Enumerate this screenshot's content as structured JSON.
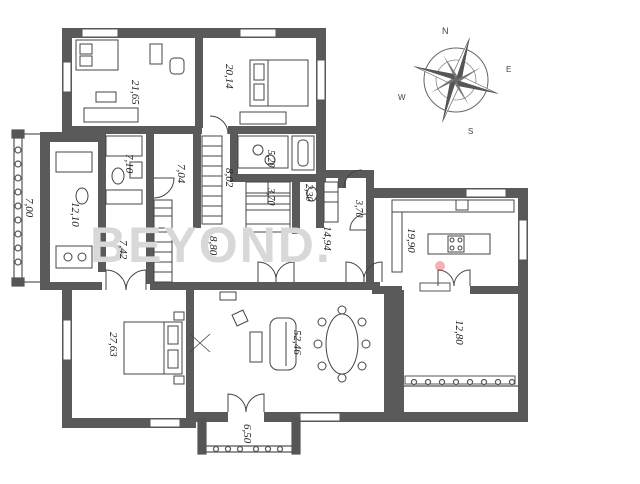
{
  "plan": {
    "rooms": [
      {
        "id": "r1",
        "label": "21,65"
      },
      {
        "id": "r2",
        "label": "20,14"
      },
      {
        "id": "r3",
        "label": "7,10"
      },
      {
        "id": "r4",
        "label": "7,04"
      },
      {
        "id": "r5",
        "label": "8,02"
      },
      {
        "id": "r6",
        "label": "5,20"
      },
      {
        "id": "r7",
        "label": "3,70"
      },
      {
        "id": "r8",
        "label": "2,30"
      },
      {
        "id": "r9",
        "label": "3,70"
      },
      {
        "id": "r10",
        "label": "7,00"
      },
      {
        "id": "r11",
        "label": "12,10"
      },
      {
        "id": "r12",
        "label": "7,42"
      },
      {
        "id": "r13",
        "label": "8,80"
      },
      {
        "id": "r14",
        "label": "14,94"
      },
      {
        "id": "r15",
        "label": "19,90"
      },
      {
        "id": "r16",
        "label": "27,63"
      },
      {
        "id": "r17",
        "label": "52,46"
      },
      {
        "id": "r18",
        "label": "12,80"
      },
      {
        "id": "r19",
        "label": "6,50"
      }
    ],
    "compass": {
      "n": "N",
      "e": "E",
      "s": "S",
      "w": "W"
    },
    "watermark": "BEYOND.",
    "wall_color": "#595959",
    "accent_color": "#e8202a"
  }
}
